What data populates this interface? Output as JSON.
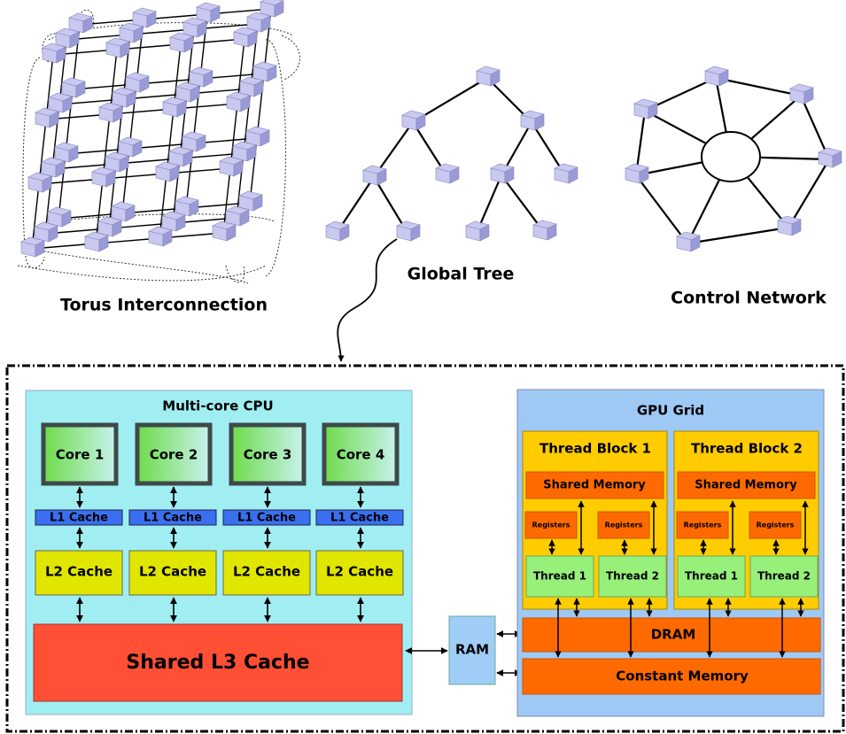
{
  "networks": {
    "torus": {
      "label": "Torus Interconnection"
    },
    "tree": {
      "label": "Global Tree"
    },
    "control": {
      "label": "Control Network"
    }
  },
  "cpu": {
    "title": "Multi-core CPU",
    "cores": [
      "Core 1",
      "Core 2",
      "Core 3",
      "Core 4"
    ],
    "l1": "L1 Cache",
    "l2": "L2 Cache",
    "l3": "Shared L3 Cache"
  },
  "ram": {
    "label": "RAM"
  },
  "gpu": {
    "title": "GPU Grid",
    "blocks": [
      {
        "title": "Thread Block 1",
        "shared": "Shared Memory",
        "registers": [
          "Registers",
          "Registers"
        ],
        "threads": [
          "Thread 1",
          "Thread 2"
        ]
      },
      {
        "title": "Thread Block 2",
        "shared": "Shared Memory",
        "registers": [
          "Registers",
          "Registers"
        ],
        "threads": [
          "Thread 1",
          "Thread 2"
        ]
      }
    ],
    "dram": "DRAM",
    "constant": "Constant Memory"
  },
  "colors": {
    "cpu_bg": "#a0eef2",
    "core_fill": "#7ed957",
    "core_border": "#3d4a4a",
    "l1": "#3a6ff0",
    "l2": "#e1e600",
    "l3": "#ff4f35",
    "ram": "#9fcdf5",
    "gpu_bg": "#9ec9f5",
    "block": "#ffcc00",
    "orange": "#ff6a00",
    "thread": "#96f07a",
    "node_top": "#c8c8f0",
    "node_side": "#9a9ad6"
  }
}
